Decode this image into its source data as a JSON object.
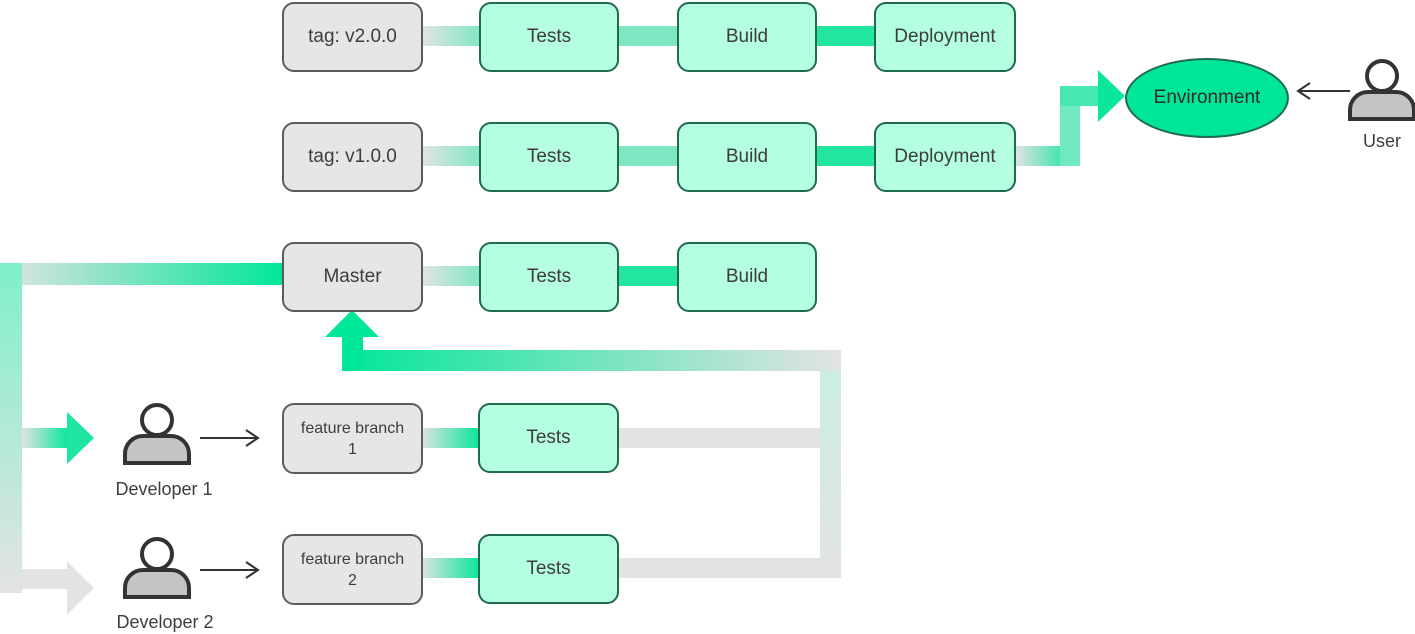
{
  "colors": {
    "accent": "#00e699",
    "box_green": "#b3ffe0",
    "box_gray": "#e6e6e6",
    "border_green": "#1e6b4d",
    "border_gray": "#5c5c5c",
    "connector_gray": "#e3e3e3"
  },
  "rows": {
    "tag_v2": {
      "source": "tag: v2.0.0",
      "tests": "Tests",
      "build": "Build",
      "deploy": "Deployment"
    },
    "tag_v1": {
      "source": "tag: v1.0.0",
      "tests": "Tests",
      "build": "Build",
      "deploy": "Deployment"
    },
    "master": {
      "source": "Master",
      "tests": "Tests",
      "build": "Build"
    },
    "feature1": {
      "source_line1": "feature branch",
      "source_line2": "1",
      "tests": "Tests"
    },
    "feature2": {
      "source_line1": "feature branch",
      "source_line2": "2",
      "tests": "Tests"
    }
  },
  "environment": {
    "label": "Environment"
  },
  "people": {
    "user": {
      "label": "User",
      "icon": "user-icon"
    },
    "developer1": {
      "label": "Developer 1",
      "icon": "user-icon"
    },
    "developer2": {
      "label": "Developer 2",
      "icon": "user-icon"
    }
  }
}
